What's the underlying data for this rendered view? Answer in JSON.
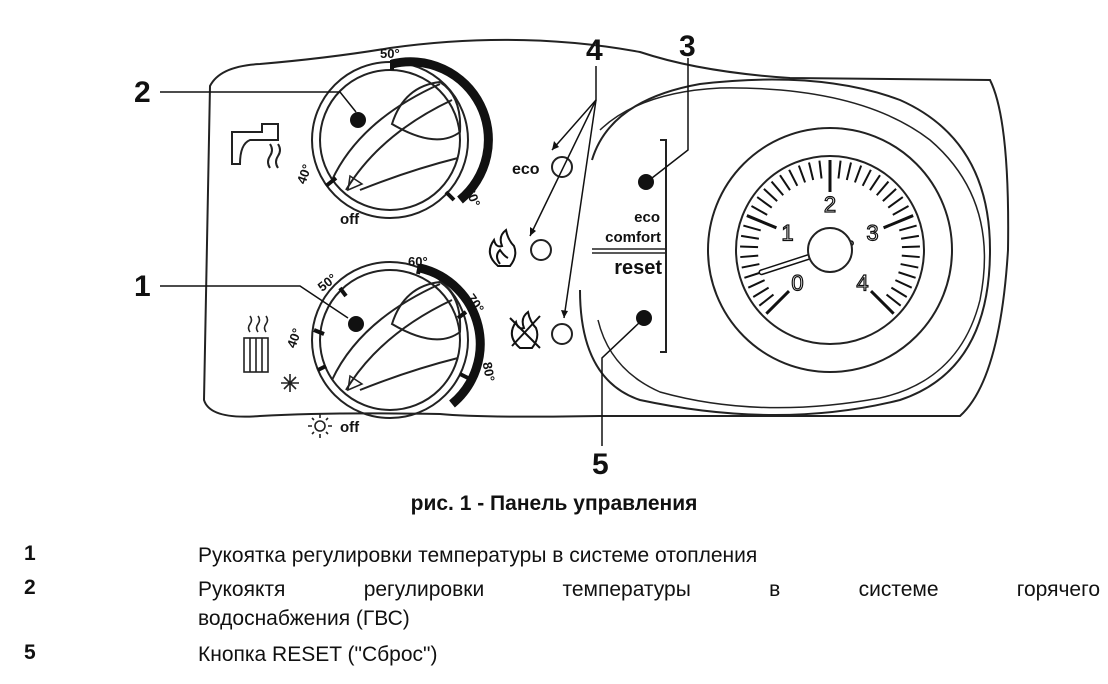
{
  "figure": {
    "callouts": {
      "c1": "1",
      "c2": "2",
      "c3": "3",
      "c4": "4",
      "c5": "5"
    },
    "dhw_knob": {
      "tick_50": "50°",
      "tick_40": "40°",
      "tick_60": "60°",
      "off": "off"
    },
    "heating_knob": {
      "tick_40": "40°",
      "tick_50": "50°",
      "tick_60": "60°",
      "tick_70": "70°",
      "tick_80": "80°",
      "off": "off"
    },
    "indicators": {
      "eco": "eco"
    },
    "buttons": {
      "eco_line1": "eco",
      "eco_line2": "comfort",
      "reset": "reset"
    },
    "pressure_gauge": {
      "scale": [
        "0",
        "1",
        "2",
        "3",
        "4"
      ],
      "needle_value": 0.4
    },
    "icons": [
      "tap-icon",
      "flame-icon",
      "flame-off-icon",
      "radiator-icon",
      "snowflake-icon",
      "sun-icon"
    ]
  },
  "caption": "рис. 1 - Панель управления",
  "legend": [
    {
      "num": "1",
      "line1": "Рукоятка регулировки температуры в системе отопления",
      "line2": ""
    },
    {
      "num": "2",
      "line1": "Рукояктя регулировки температуры в системе горячего",
      "line2": "водоснабжения (ГВС)"
    },
    {
      "num": "5",
      "line1": "Кнопка RESET (\"Сброс\")",
      "line2": ""
    }
  ]
}
